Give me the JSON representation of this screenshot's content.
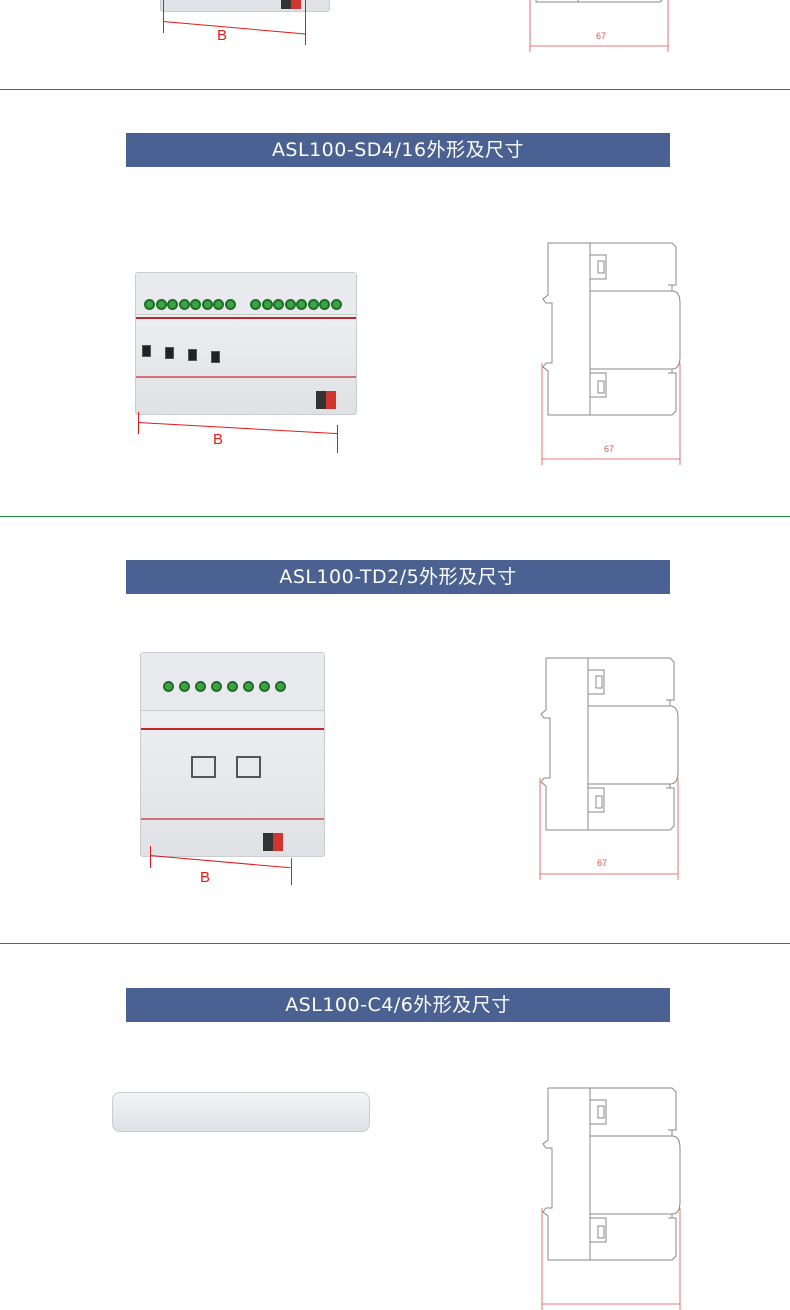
{
  "sections": [
    {
      "dim_b": "B",
      "dim_depth": "67"
    },
    {
      "title": "ASL100-SD4/16外形及尺寸",
      "dim_b": "B",
      "dim_depth": "67"
    },
    {
      "title": "ASL100-TD2/5外形及尺寸",
      "dim_b": "B",
      "dim_depth": "67"
    },
    {
      "title": "ASL100-C4/6外形及尺寸"
    }
  ],
  "colors": {
    "banner": "#4a6192",
    "divider": "#1c8a3c",
    "dimension": "#e31a1a"
  }
}
